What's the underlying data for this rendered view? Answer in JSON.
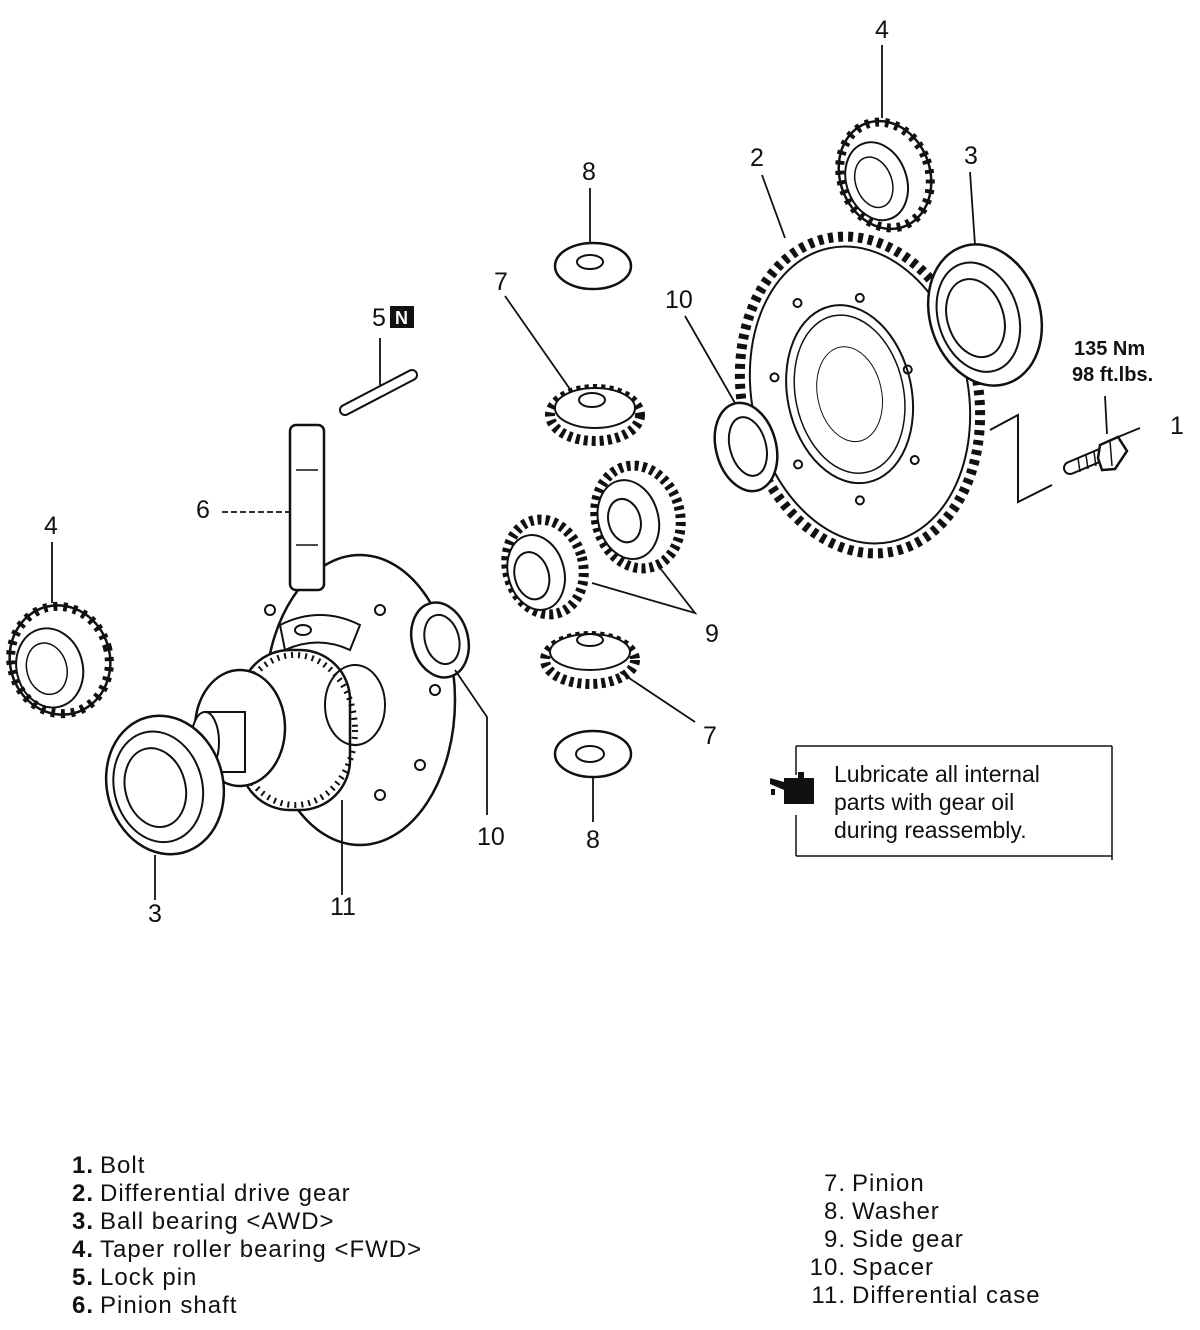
{
  "callouts": {
    "c1": "1",
    "c2": "2",
    "c3_right": "3",
    "c3_left": "3",
    "c4_top": "4",
    "c4_left": "4",
    "c5": "5",
    "c5_badge": "N",
    "c6": "6",
    "c7_top": "7",
    "c7_bottom": "7",
    "c8_top": "8",
    "c8_bottom": "8",
    "c9": "9",
    "c10_top": "10",
    "c10_bottom": "10",
    "c11": "11"
  },
  "torque": {
    "nm": "135 Nm",
    "ftlbs": "98 ft.lbs."
  },
  "note": {
    "line1": "Lubricate all internal",
    "line2": "parts with gear oil",
    "line3": "during reassembly.",
    "icon": "oil-can-icon"
  },
  "legend_left": [
    {
      "num": "1.",
      "label": "Bolt"
    },
    {
      "num": "2.",
      "label": "Differential drive gear"
    },
    {
      "num": "3.",
      "label": "Ball bearing <AWD>"
    },
    {
      "num": "4.",
      "label": "Taper roller bearing <FWD>"
    },
    {
      "num": "5.",
      "label": "Lock pin"
    },
    {
      "num": "6.",
      "label": "Pinion shaft"
    }
  ],
  "legend_right": [
    {
      "num": "7.",
      "label": "Pinion"
    },
    {
      "num": "8.",
      "label": "Washer"
    },
    {
      "num": "9.",
      "label": "Side gear"
    },
    {
      "num": "10.",
      "label": "Spacer"
    },
    {
      "num": "11.",
      "label": "Differential case"
    }
  ]
}
